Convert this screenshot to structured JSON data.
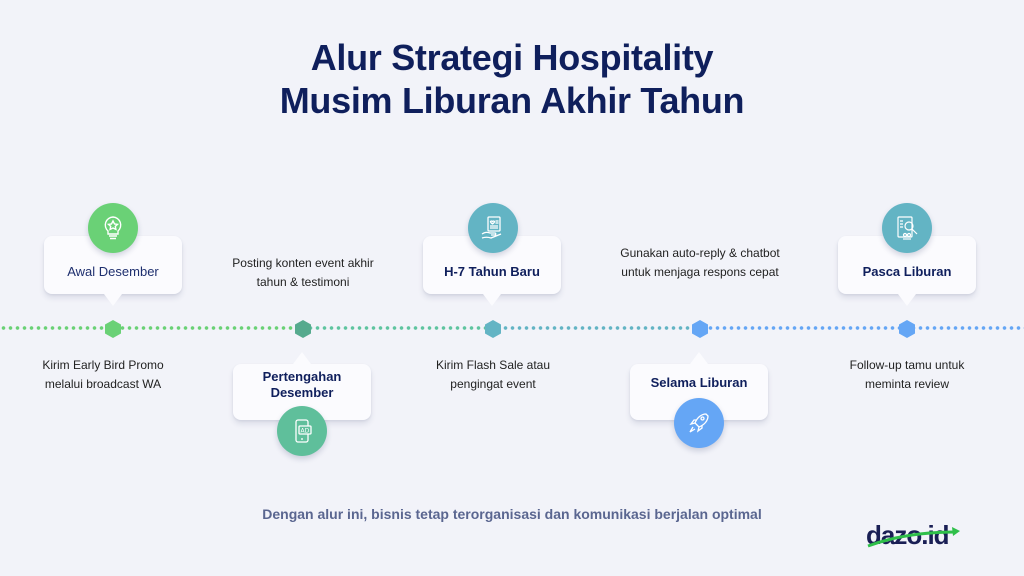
{
  "title": {
    "line1": "Alur Strategi Hospitality",
    "line2": "Musim Liburan Akhir Tahun"
  },
  "colors": {
    "background": "#f2f3f9",
    "title": "#0f1f5c",
    "stage1": "#6ad176",
    "stage2": "#5bb79a",
    "stage3": "#63b4c4",
    "stage4": "#65a6f5",
    "stage5": "#65a6f5",
    "footer": "#5a6690"
  },
  "stages": [
    {
      "label": "Awal Desember",
      "description": "Kirim Early Bird Promo melalui broadcast WA",
      "icon": "lightbulb-star-icon"
    },
    {
      "label": "Pertengahan Desember",
      "description": "Posting konten event akhir tahun & testimoni",
      "icon": "mobile-ad-icon"
    },
    {
      "label": "H-7 Tahun Baru",
      "description": "Kirim Flash Sale atau pengingat event",
      "icon": "hand-document-icon"
    },
    {
      "label": "Selama Liburan",
      "description": "Gunakan auto-reply & chatbot untuk menjaga respons cepat",
      "icon": "rocket-icon"
    },
    {
      "label": "Pasca Liburan",
      "description": "Follow-up tamu untuk meminta review",
      "icon": "review-search-icon"
    }
  ],
  "footer": "Dengan alur ini, bisnis tetap terorganisasi dan komunikasi berjalan optimal",
  "logo": {
    "text": "dazo.id"
  }
}
